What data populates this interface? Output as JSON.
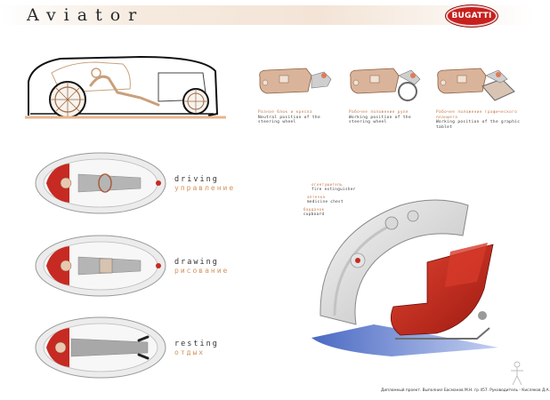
{
  "header": {
    "title": "Aviator",
    "brand": "BUGATTI"
  },
  "positions": [
    {
      "ru": "Разное блок и кресла",
      "en": "Neutral position of the steering wheel"
    },
    {
      "ru": "Рабочее положение руля",
      "en": "Working position of the steering wheel"
    },
    {
      "ru": "Рабочее положение графического планшета",
      "en": "Working position of the graphic tablet"
    }
  ],
  "modes": [
    {
      "en": "driving",
      "ru": "управление"
    },
    {
      "en": "drawing",
      "ru": "рисование"
    },
    {
      "en": "resting",
      "ru": "отдых"
    }
  ],
  "annotations": [
    {
      "ru": "огнетушитель",
      "en": "fire extinguisher"
    },
    {
      "ru": "аптечка",
      "en": "medicine chest"
    },
    {
      "ru": "бардачок",
      "en": "cupboard"
    }
  ],
  "footer": "Дипломный проект. Выполнил Басманов М.Н. гр 457. Руководитель - Кисляков Д.А.",
  "colors": {
    "accent": "#c8201e",
    "caption": "#c97a4c",
    "text": "#333333"
  }
}
